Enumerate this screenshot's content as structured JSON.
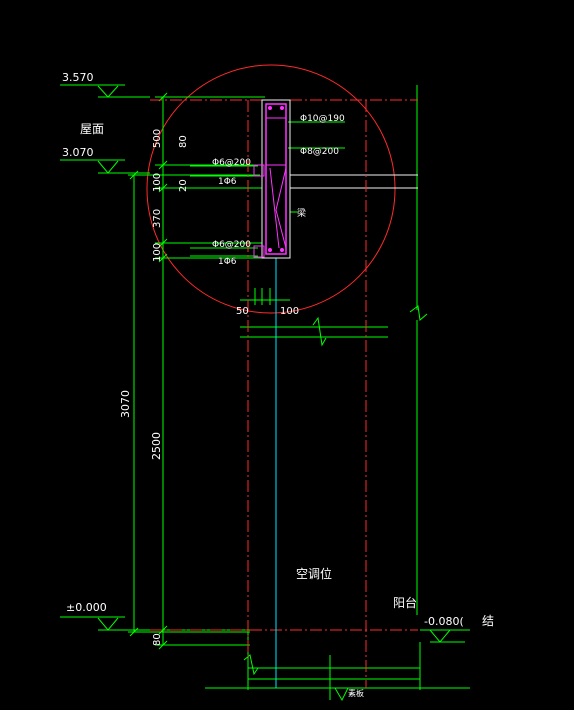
{
  "colors": {
    "background": "#000000",
    "dim": "#00ff00",
    "axis_red": "#ff2a2a",
    "axis_cyan": "#00e5ff",
    "rebar": "#ff33ff",
    "slab": "#f2f2f2",
    "circle": "#ff2a2a"
  },
  "levels": {
    "top": "3.570",
    "roof": "3.070",
    "ground": "±0.000",
    "balcony": "-0.080("
  },
  "labels": {
    "roof_floor": "屋面",
    "ac_position": "空调位",
    "balcony": "阳台",
    "structure": "结",
    "beam": "梁",
    "bottom_mark": "素板"
  },
  "dimensions": {
    "d500": "500",
    "d80_top": "80",
    "d100_a": "100",
    "d20": "20",
    "d370": "370",
    "d100_b": "100",
    "d3070": "3070",
    "d2500": "2500",
    "d80_bottom": "80",
    "d50": "50",
    "d100_c": "100"
  },
  "rebar_notes": {
    "r1": "Φ10@190",
    "r2": "Φ8@200",
    "r3": "Φ6@200",
    "r3_count": "1Φ6",
    "r4": "Φ6@200",
    "r4_count": "1Φ6"
  }
}
